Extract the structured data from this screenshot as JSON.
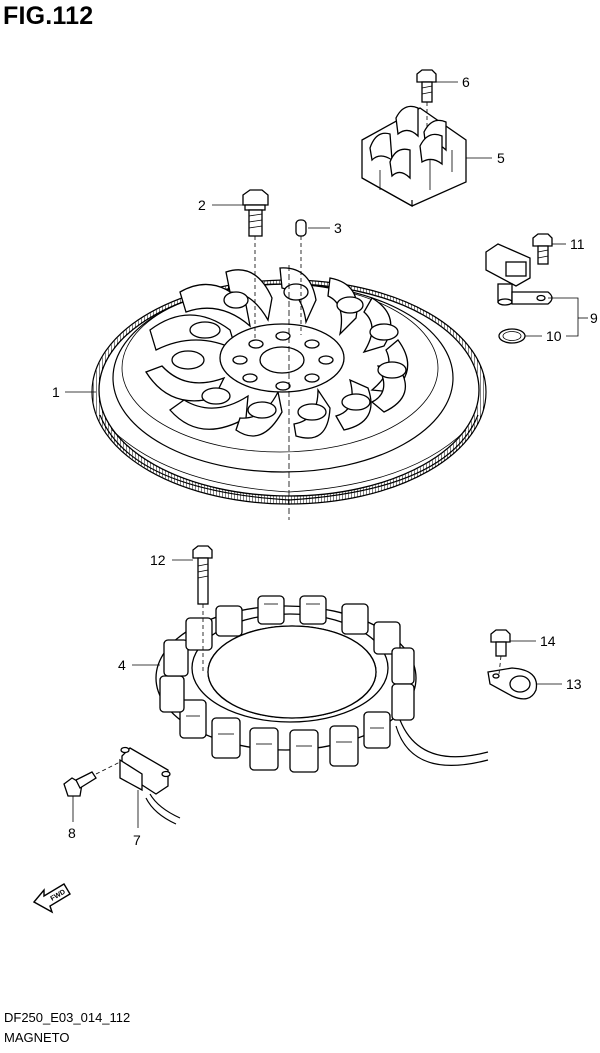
{
  "figure": {
    "title": "FIG.112",
    "code": "DF250_E03_014_112",
    "caption": "MAGNETO"
  },
  "callouts": [
    "1",
    "2",
    "3",
    "4",
    "5",
    "6",
    "7",
    "8",
    "9",
    "10",
    "11",
    "12",
    "13",
    "14"
  ],
  "fwd_label": "FWD"
}
